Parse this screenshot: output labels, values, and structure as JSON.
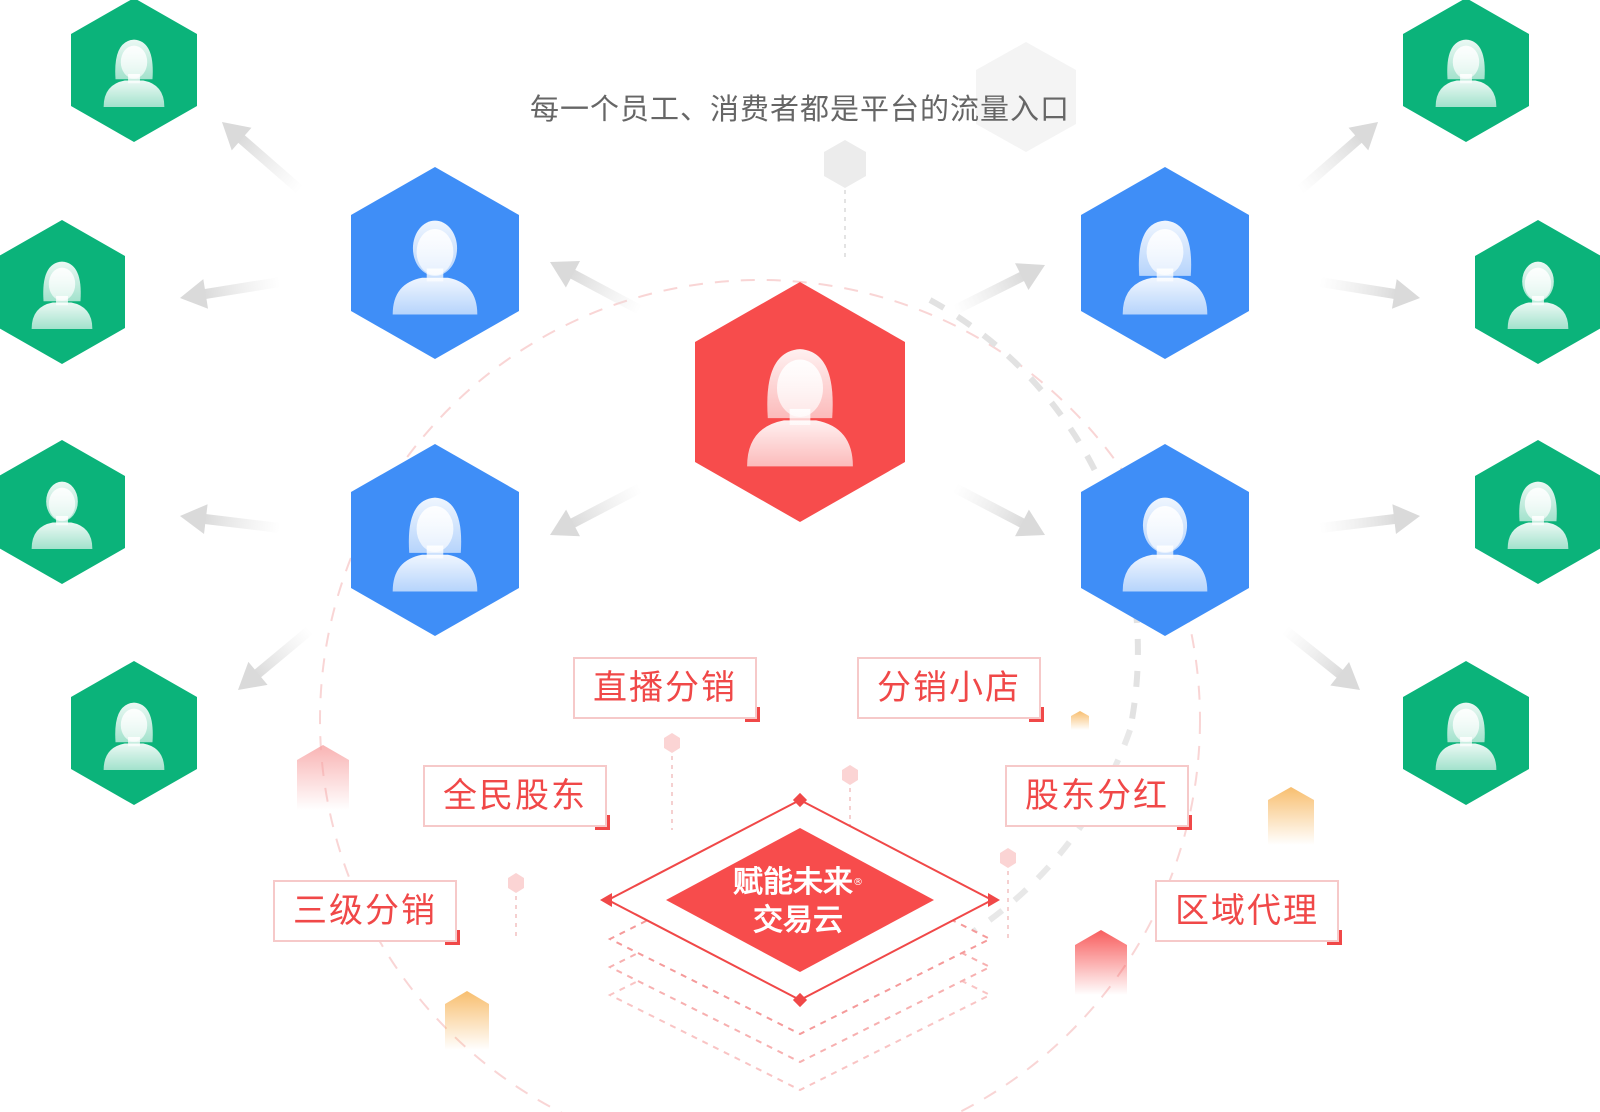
{
  "headline": "每一个员工、消费者都是平台的流量入口",
  "brand": {
    "line1": "赋能未来",
    "line2": "交易云",
    "mark": "®"
  },
  "features": [
    {
      "id": "live",
      "label": "直播分销"
    },
    {
      "id": "shop",
      "label": "分销小店"
    },
    {
      "id": "all-shareholder",
      "label": "全民股东"
    },
    {
      "id": "dividend",
      "label": "股东分红"
    },
    {
      "id": "three-level",
      "label": "三级分销"
    },
    {
      "id": "regional",
      "label": "区域代理"
    }
  ],
  "colors": {
    "center": "#f74c4c",
    "tier1": "#3f8ef7",
    "tier2": "#0bb37a",
    "accent": "#f04848",
    "orange": "#f6ae4b",
    "arrow": "#e2e2e2"
  },
  "icons": {
    "center": "female-user-icon",
    "tier1": [
      "male-user-icon",
      "female-user-icon",
      "female-user-icon",
      "male-user-icon"
    ],
    "tier2": [
      "female-user-icon",
      "female-user-icon",
      "male-user-icon",
      "female-user-icon",
      "female-user-icon",
      "male-user-icon",
      "female-user-icon",
      "female-user-icon"
    ]
  }
}
